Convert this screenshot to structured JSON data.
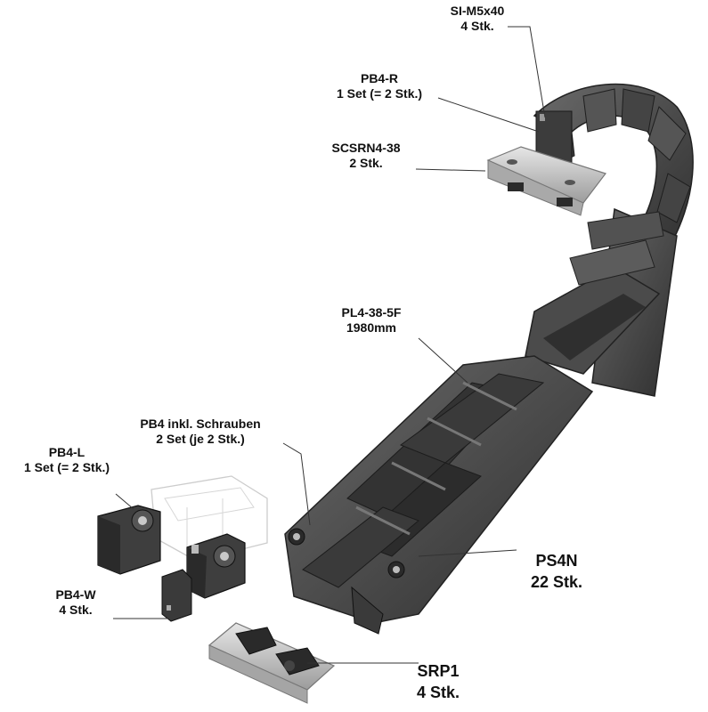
{
  "colors": {
    "chain": "#4a4a4a",
    "chain_dark": "#262626",
    "chain_light": "#777777",
    "rail": "#c9c9c9",
    "rail_dark": "#8e8e8e",
    "ghost": "#d6d6d6",
    "leader": "#333333",
    "text": "#111111"
  },
  "labels": {
    "si_m5x40": {
      "line1": "SI-M5x40",
      "line2": "4 Stk."
    },
    "pb4_r": {
      "line1": "PB4-R",
      "line2": "1 Set (= 2 Stk.)"
    },
    "scsrn4_38": {
      "line1": "SCSRN4-38",
      "line2": "2 Stk."
    },
    "pl4_38_5f": {
      "line1": "PL4-38-5F",
      "line2": "1980mm"
    },
    "pb4_inkl": {
      "line1": "PB4 inkl. Schrauben",
      "line2": "2 Set (je 2 Stk.)"
    },
    "pb4_l": {
      "line1": "PB4-L",
      "line2": "1 Set (= 2 Stk.)"
    },
    "ps4n": {
      "line1": "PS4N",
      "line2": "22 Stk."
    },
    "pb4_w": {
      "line1": "PB4-W",
      "line2": "4 Stk."
    },
    "srp1": {
      "line1": "SRP1",
      "line2": "4 Stk."
    }
  }
}
